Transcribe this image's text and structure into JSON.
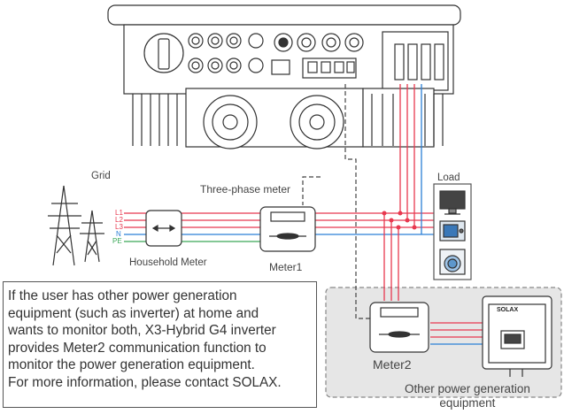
{
  "labels": {
    "grid": "Grid",
    "three_phase_meter": "Three-phase meter",
    "load": "Load",
    "household_meter": "Household Meter",
    "meter1": "Meter1",
    "meter2": "Meter2",
    "other_equipment_line1": "Other power generation",
    "other_equipment_line2": "equipment",
    "brand_logo": "SOLAX"
  },
  "lines": {
    "l1": "L1",
    "l2": "L2",
    "l3": "L3",
    "n": "N",
    "pe": "PE"
  },
  "note_lines": [
    "If the user has other power generation",
    "equipment (such as inverter) at home and",
    "wants to monitor both, X3-Hybrid G4 inverter",
    "provides Meter2 communication function to",
    "monitor the power generation equipment.",
    "For more information, please contact SOLAX."
  ],
  "colors": {
    "phase": "#e8384f",
    "neutral": "#2b7fd6",
    "earth": "#3aa858",
    "panel_bg": "#e6e6e6",
    "outline": "#555555"
  },
  "icons": [
    "inverter-icon",
    "pylon-icon",
    "meter-icon",
    "computer-icon",
    "cooktop-icon",
    "washing-machine-icon",
    "third-party-inverter-icon"
  ]
}
